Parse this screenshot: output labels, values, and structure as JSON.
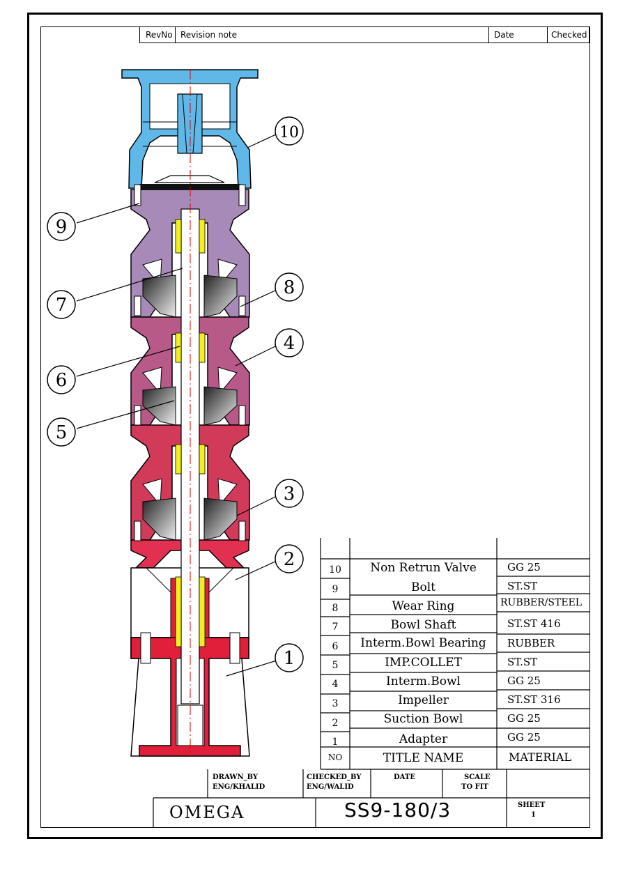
{
  "revision_header": {
    "rev_no": "RevNo",
    "note": "Revision note",
    "date": "Date",
    "checked": "Checked"
  },
  "balloons": [
    "10",
    "9",
    "7",
    "8",
    "4",
    "6",
    "5",
    "3",
    "2",
    "1"
  ],
  "parts": [
    {
      "no": "10",
      "name": "Non Retrun Valve",
      "material": "GG  25"
    },
    {
      "no": "9",
      "name": "Bolt",
      "material": "ST.ST"
    },
    {
      "no": "8",
      "name": "Wear  Ring",
      "material": "RUBBER/STEEL"
    },
    {
      "no": "7",
      "name": "Bowl  Shaft",
      "material": "ST.ST 416"
    },
    {
      "no": "6",
      "name": "Interm.Bowl Bearing",
      "material": "RUBBER"
    },
    {
      "no": "5",
      "name": "IMP.COLLET",
      "material": "ST.ST"
    },
    {
      "no": "4",
      "name": "Interm.Bowl",
      "material": "GG  25"
    },
    {
      "no": "3",
      "name": "Impeller",
      "material": "ST.ST  316"
    },
    {
      "no": "2",
      "name": "Suction  Bowl",
      "material": "GG  25"
    },
    {
      "no": "1",
      "name": "Adapter",
      "material": "GG  25"
    }
  ],
  "parts_header": {
    "no": "NO",
    "name": "TITLE  NAME",
    "material": "MATERIAL"
  },
  "title_block": {
    "drawn_by_label": "DRAWN_BY",
    "drawn_by": "ENG/KHALID",
    "checked_by_label": "CHECKED_BY",
    "checked_by": "ENG/WALID",
    "date_label": "DATE",
    "scale_label": "SCALE",
    "scale": "TO FIT",
    "company": "OMEGA",
    "model": "SS9-180/3",
    "sheet_label": "SHEET",
    "sheet": "1"
  },
  "colors": {
    "valve": "#5fb8e8",
    "discharge": "#8c9ad0",
    "bowl_top": "#a88ab8",
    "bowl_mid": "#b85a88",
    "bowl_low": "#d23a5a",
    "suction": "#e23050",
    "adapter": "#e0203a",
    "bearing": "#f2ee20",
    "impeller": "#555555"
  }
}
